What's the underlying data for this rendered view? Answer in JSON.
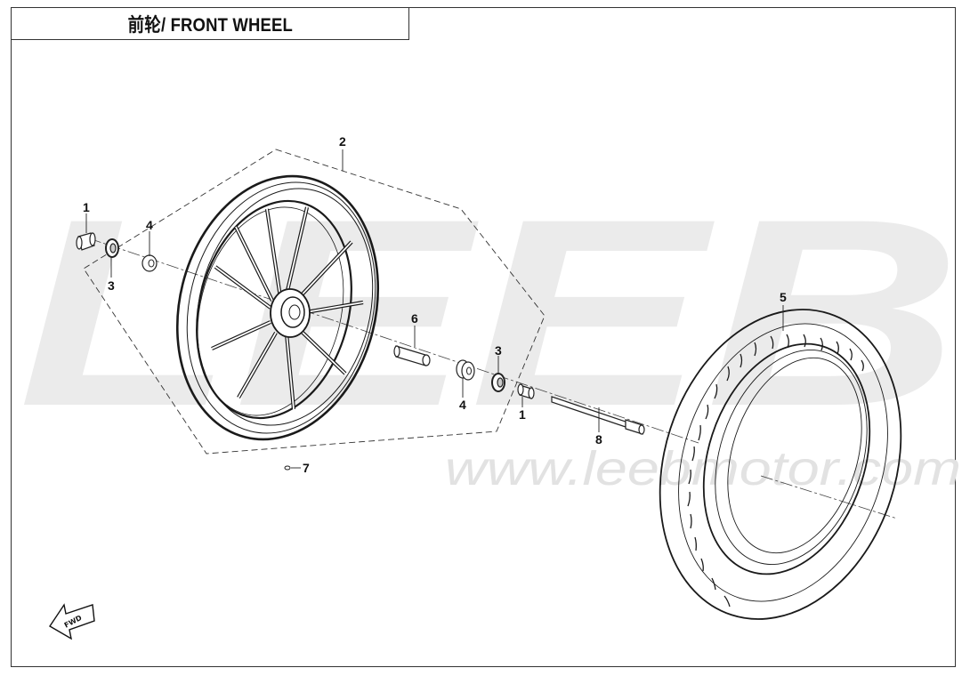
{
  "title": "前轮/ FRONT WHEEL",
  "watermark": {
    "logo_text": "LEEB",
    "url_text": "www.leebmotor.com"
  },
  "fwd_label": "FWD",
  "callouts": [
    "1",
    "2",
    "3",
    "4",
    "5",
    "6",
    "7",
    "8",
    "1",
    "3",
    "4"
  ],
  "parts": [
    {
      "number": "1",
      "item": "spacer"
    },
    {
      "number": "2",
      "item": "front-rim"
    },
    {
      "number": "3",
      "item": "bearing"
    },
    {
      "number": "4",
      "item": "dust-seal"
    },
    {
      "number": "5",
      "item": "front-tire"
    },
    {
      "number": "6",
      "item": "hub-spacer"
    },
    {
      "number": "7",
      "item": "valve"
    },
    {
      "number": "8",
      "item": "front-axle"
    }
  ]
}
